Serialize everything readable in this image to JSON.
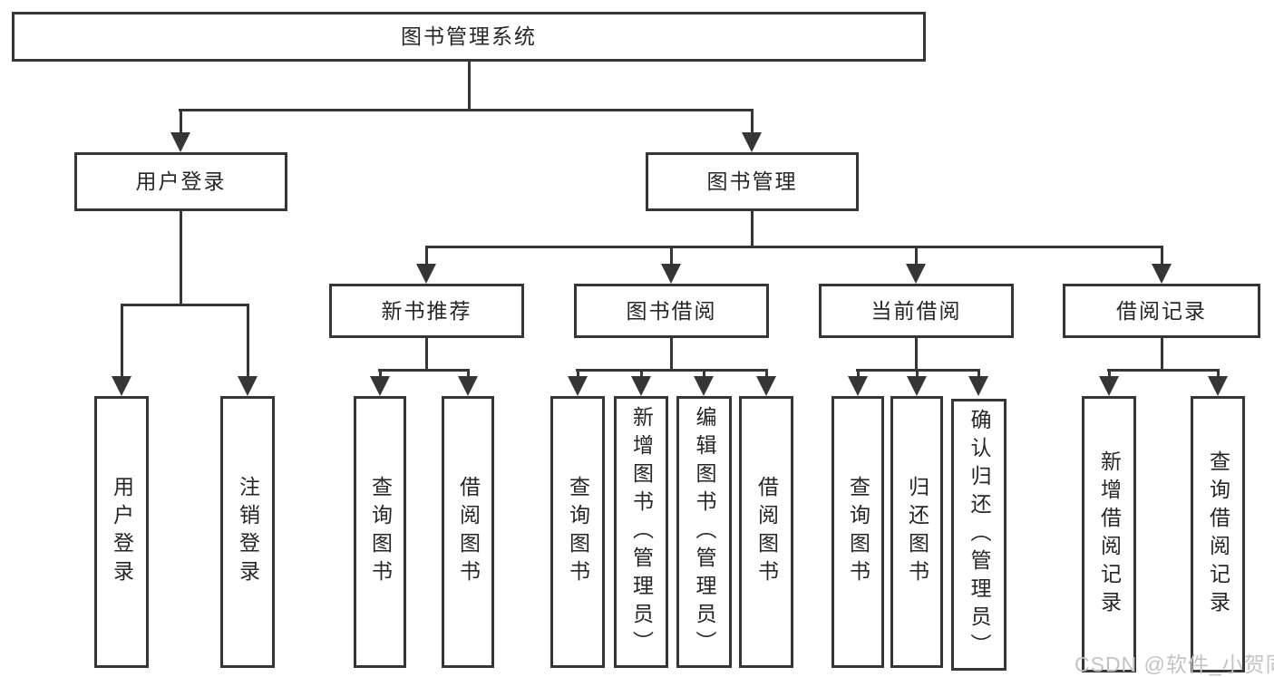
{
  "root": {
    "label": "图书管理系统",
    "children": [
      {
        "label": "用户登录",
        "children": [
          {
            "label": "用户登录"
          },
          {
            "label": "注销登录"
          }
        ]
      },
      {
        "label": "图书管理",
        "children": [
          {
            "label": "新书推荐",
            "children": [
              {
                "label": "查询图书"
              },
              {
                "label": "借阅图书"
              }
            ]
          },
          {
            "label": "图书借阅",
            "children": [
              {
                "label": "查询图书"
              },
              {
                "label": "新增图书（管理员）"
              },
              {
                "label": "编辑图书（管理员）"
              },
              {
                "label": "借阅图书"
              }
            ]
          },
          {
            "label": "当前借阅",
            "children": [
              {
                "label": "查询图书"
              },
              {
                "label": "归还图书"
              },
              {
                "label": "确认归还（管理员）"
              }
            ]
          },
          {
            "label": "借阅记录",
            "children": [
              {
                "label": "新增借阅记录"
              },
              {
                "label": "查询借阅记录"
              }
            ]
          }
        ]
      }
    ]
  },
  "watermark": "CSDN @软件_小贺同学",
  "colors": {
    "line": "#363636",
    "text": "#262626",
    "node_background": "#ffffff",
    "watermark": "#c3c3c3"
  }
}
